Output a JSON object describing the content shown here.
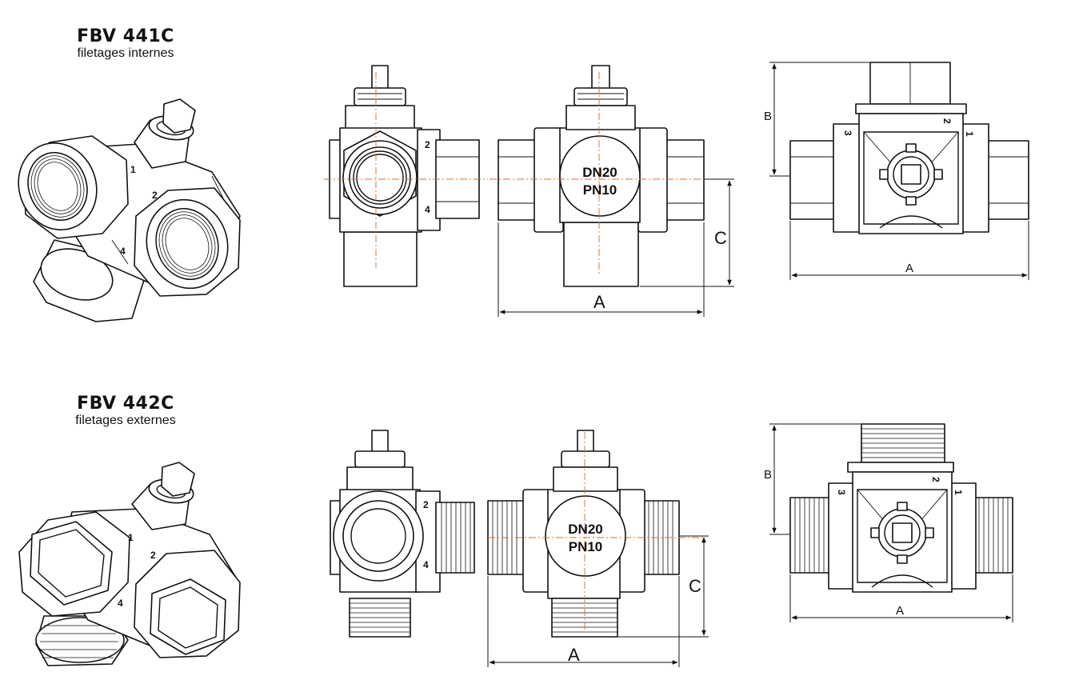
{
  "products": [
    {
      "code": "FBV 441C",
      "subtitle": "filetages internes"
    },
    {
      "code": "FBV 442C",
      "subtitle": "filetages externes"
    }
  ],
  "dimensions": {
    "a": "A",
    "b": "B",
    "c": "C"
  },
  "body_marking": {
    "line1": "DN20",
    "line2": "PN10"
  },
  "ports": {
    "p1": "1",
    "p2": "2",
    "p3": "3",
    "p4": "4"
  },
  "colors": {
    "line": "#111111",
    "centerline": "#c8703a",
    "background": "#ffffff"
  }
}
